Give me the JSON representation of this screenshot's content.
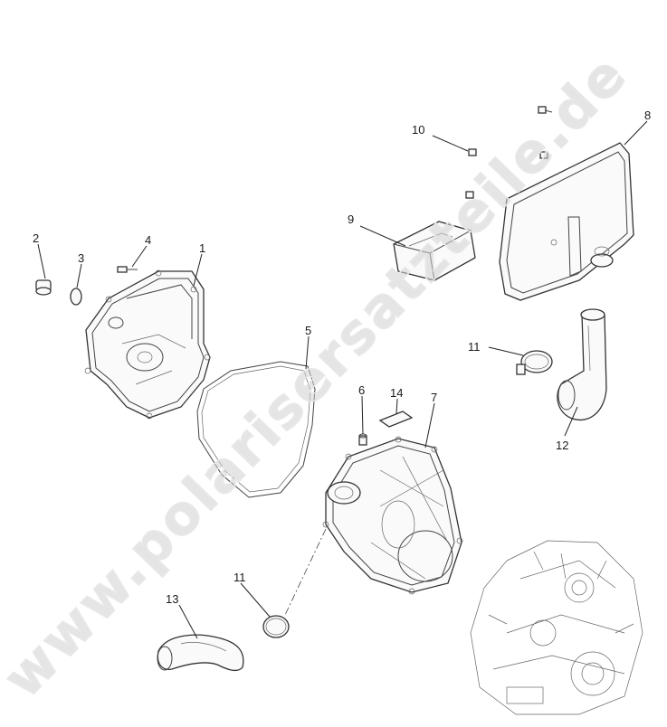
{
  "watermark": "www.polarisersatzteile.de",
  "callouts": {
    "c1": "1",
    "c2": "2",
    "c3": "3",
    "c4": "4",
    "c5": "5",
    "c6": "6",
    "c7": "7",
    "c8": "8",
    "c9": "9",
    "c10": "10",
    "c11a": "11",
    "c11b": "11",
    "c12": "12",
    "c13": "13",
    "c14": "14"
  }
}
